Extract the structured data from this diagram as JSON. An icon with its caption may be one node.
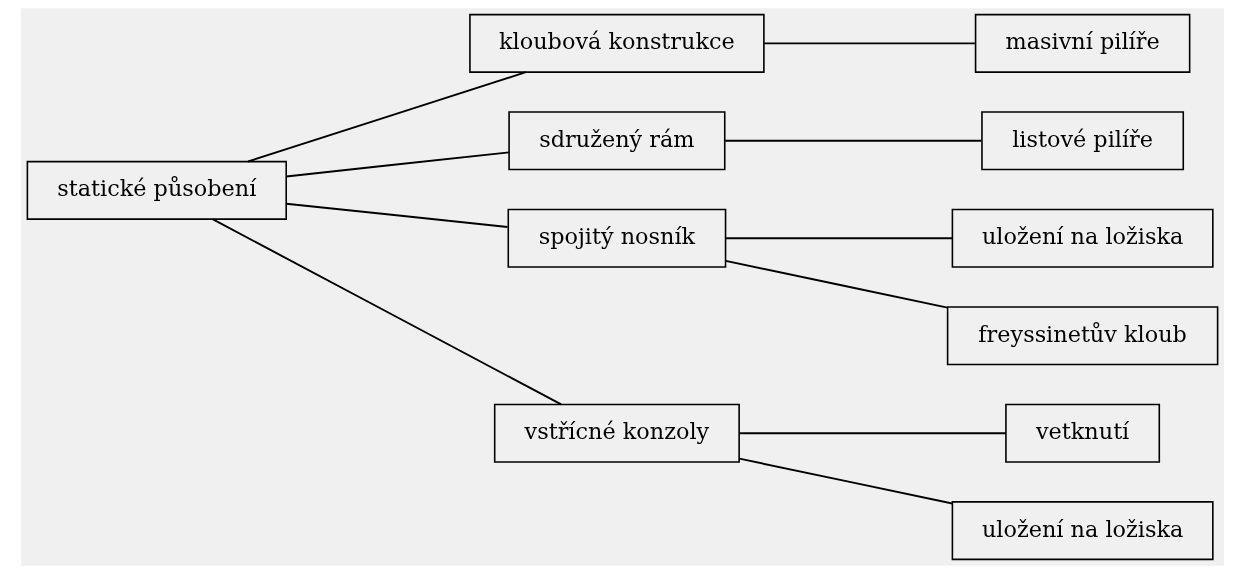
{
  "diagram": {
    "nodes": [
      {
        "text": [
          "statické působení"
        ]
      },
      {
        "text": [
          "kloubová konstrukce"
        ]
      },
      {
        "text": [
          "sdružený rám"
        ]
      },
      {
        "text": [
          "spojitý nosník"
        ]
      },
      {
        "text": [
          "vstřícné konzoly"
        ]
      },
      {
        "text": [
          "masivní pilíře"
        ]
      },
      {
        "text": [
          "listové pilíře"
        ]
      },
      {
        "text": [
          "uložení na ložiska"
        ]
      },
      {
        "text": [
          "freyssinetův kloub"
        ]
      },
      {
        "text": [
          "vetknutí"
        ]
      },
      {
        "text": [
          "uložení na ložiska"
        ]
      }
    ],
    "edges": [
      {
        "from": 0,
        "to": 1,
        "arrow": "none"
      },
      {
        "from": 0,
        "to": 2,
        "arrow": "none"
      },
      {
        "from": 0,
        "to": 3,
        "arrow": "none"
      },
      {
        "from": 0,
        "to": 4,
        "arrow": "none"
      },
      {
        "from": 1,
        "to": 5,
        "arrow": "none"
      },
      {
        "from": 2,
        "to": 6,
        "arrow": "none"
      },
      {
        "from": 3,
        "to": 7,
        "arrow": "none"
      },
      {
        "from": 3,
        "to": 8,
        "arrow": "none"
      },
      {
        "from": 4,
        "to": 9,
        "arrow": "none"
      },
      {
        "from": 4,
        "to": 10,
        "arrow": "none"
      }
    ]
  }
}
